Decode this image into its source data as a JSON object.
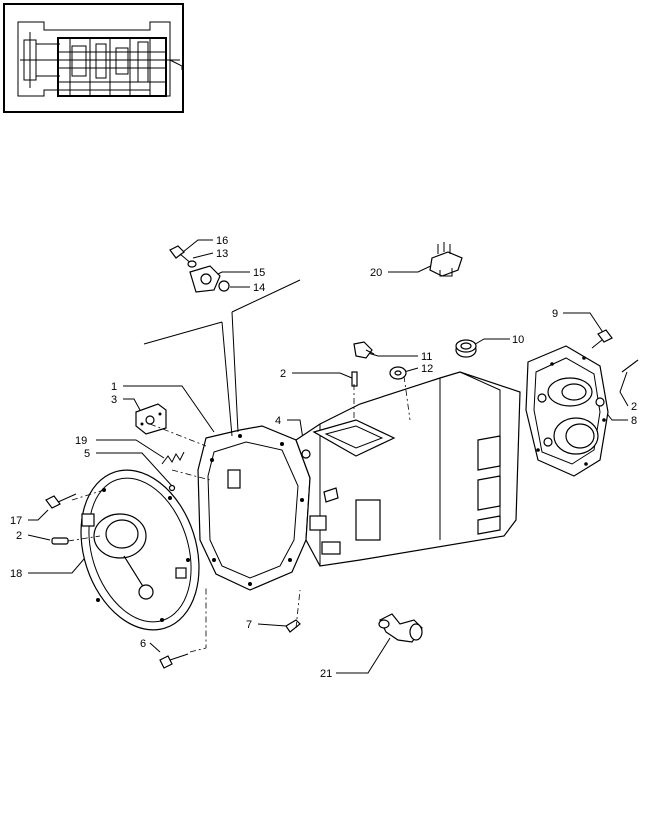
{
  "callouts": [
    {
      "id": "c16",
      "label": "16"
    },
    {
      "id": "c13",
      "label": "13"
    },
    {
      "id": "c15",
      "label": "15"
    },
    {
      "id": "c14",
      "label": "14"
    },
    {
      "id": "c20",
      "label": "20"
    },
    {
      "id": "c9",
      "label": "9"
    },
    {
      "id": "c10",
      "label": "10"
    },
    {
      "id": "c11",
      "label": "11"
    },
    {
      "id": "c12",
      "label": "12"
    },
    {
      "id": "c2a",
      "label": "2"
    },
    {
      "id": "c2b",
      "label": "2"
    },
    {
      "id": "c8",
      "label": "8"
    },
    {
      "id": "c1",
      "label": "1"
    },
    {
      "id": "c3",
      "label": "3"
    },
    {
      "id": "c4",
      "label": "4"
    },
    {
      "id": "c19",
      "label": "19"
    },
    {
      "id": "c5",
      "label": "5"
    },
    {
      "id": "c17",
      "label": "17"
    },
    {
      "id": "c2c",
      "label": "2"
    },
    {
      "id": "c18",
      "label": "18"
    },
    {
      "id": "c7",
      "label": "7"
    },
    {
      "id": "c6",
      "label": "6"
    },
    {
      "id": "c21",
      "label": "21"
    }
  ]
}
